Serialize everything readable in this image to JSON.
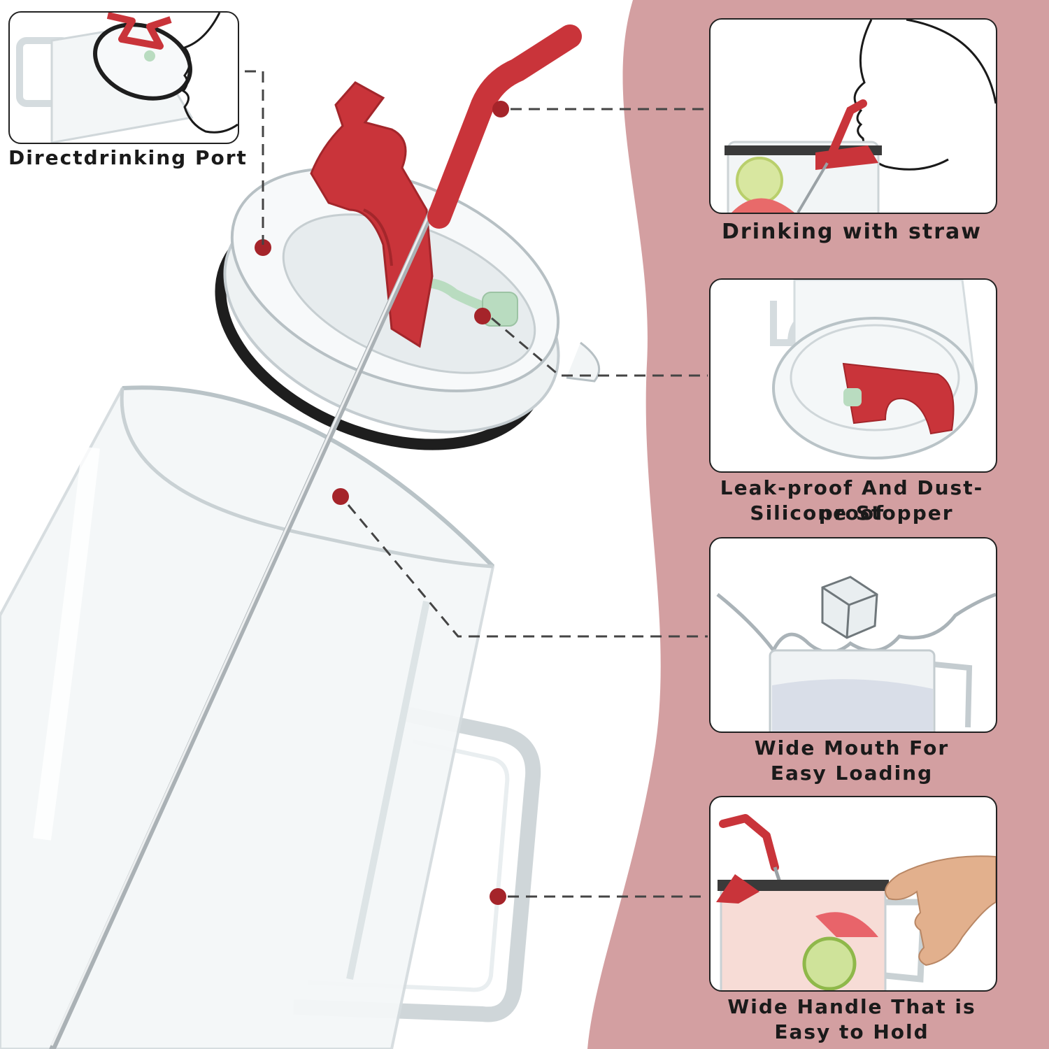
{
  "colors": {
    "accent_red": "#c9343a",
    "background_pink": "#d39fa1",
    "frame_border": "#222222",
    "leader_line": "#444444",
    "silicone_green": "#b9dcc0"
  },
  "labels": {
    "direct_port": "Directdrinking Port",
    "straw": "Drinking with straw",
    "stopper_line1": "Leak-proof And Dust-proof",
    "stopper_line2": "Silicone Stopper",
    "mouth_line1": "Wide Mouth For",
    "mouth_line2": "Easy Loading",
    "handle_line1": "Wide Handle That is",
    "handle_line2": "Easy to Hold"
  },
  "icons": {
    "callout_marker": "red-dot-icon",
    "face_profile": "face-profile-icon",
    "ice_cube": "ice-cube-icon",
    "hand": "hand-icon"
  }
}
